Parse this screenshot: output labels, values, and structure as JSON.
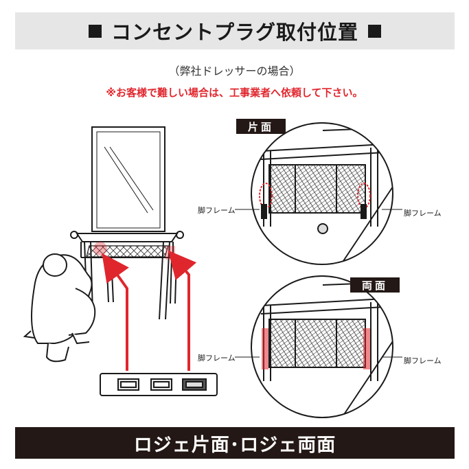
{
  "header": {
    "title": "コンセントプラグ取付位置"
  },
  "subtitle": "（弊社ドレッサーの場合）",
  "warning": "※お客様で難しい場合は、工事業者へ依頼して下さい。",
  "panels": [
    {
      "badge": "片面",
      "left_label": "脚フレーム",
      "right_label": "脚フレーム"
    },
    {
      "badge": "両面",
      "left_label": "脚フレーム",
      "right_label": "脚フレーム"
    }
  ],
  "footer": {
    "title": "ロジェ片面･ロジェ両面"
  },
  "colors": {
    "accent": "#e0262d",
    "dark": "#231815",
    "band": "#e6e6e6"
  }
}
